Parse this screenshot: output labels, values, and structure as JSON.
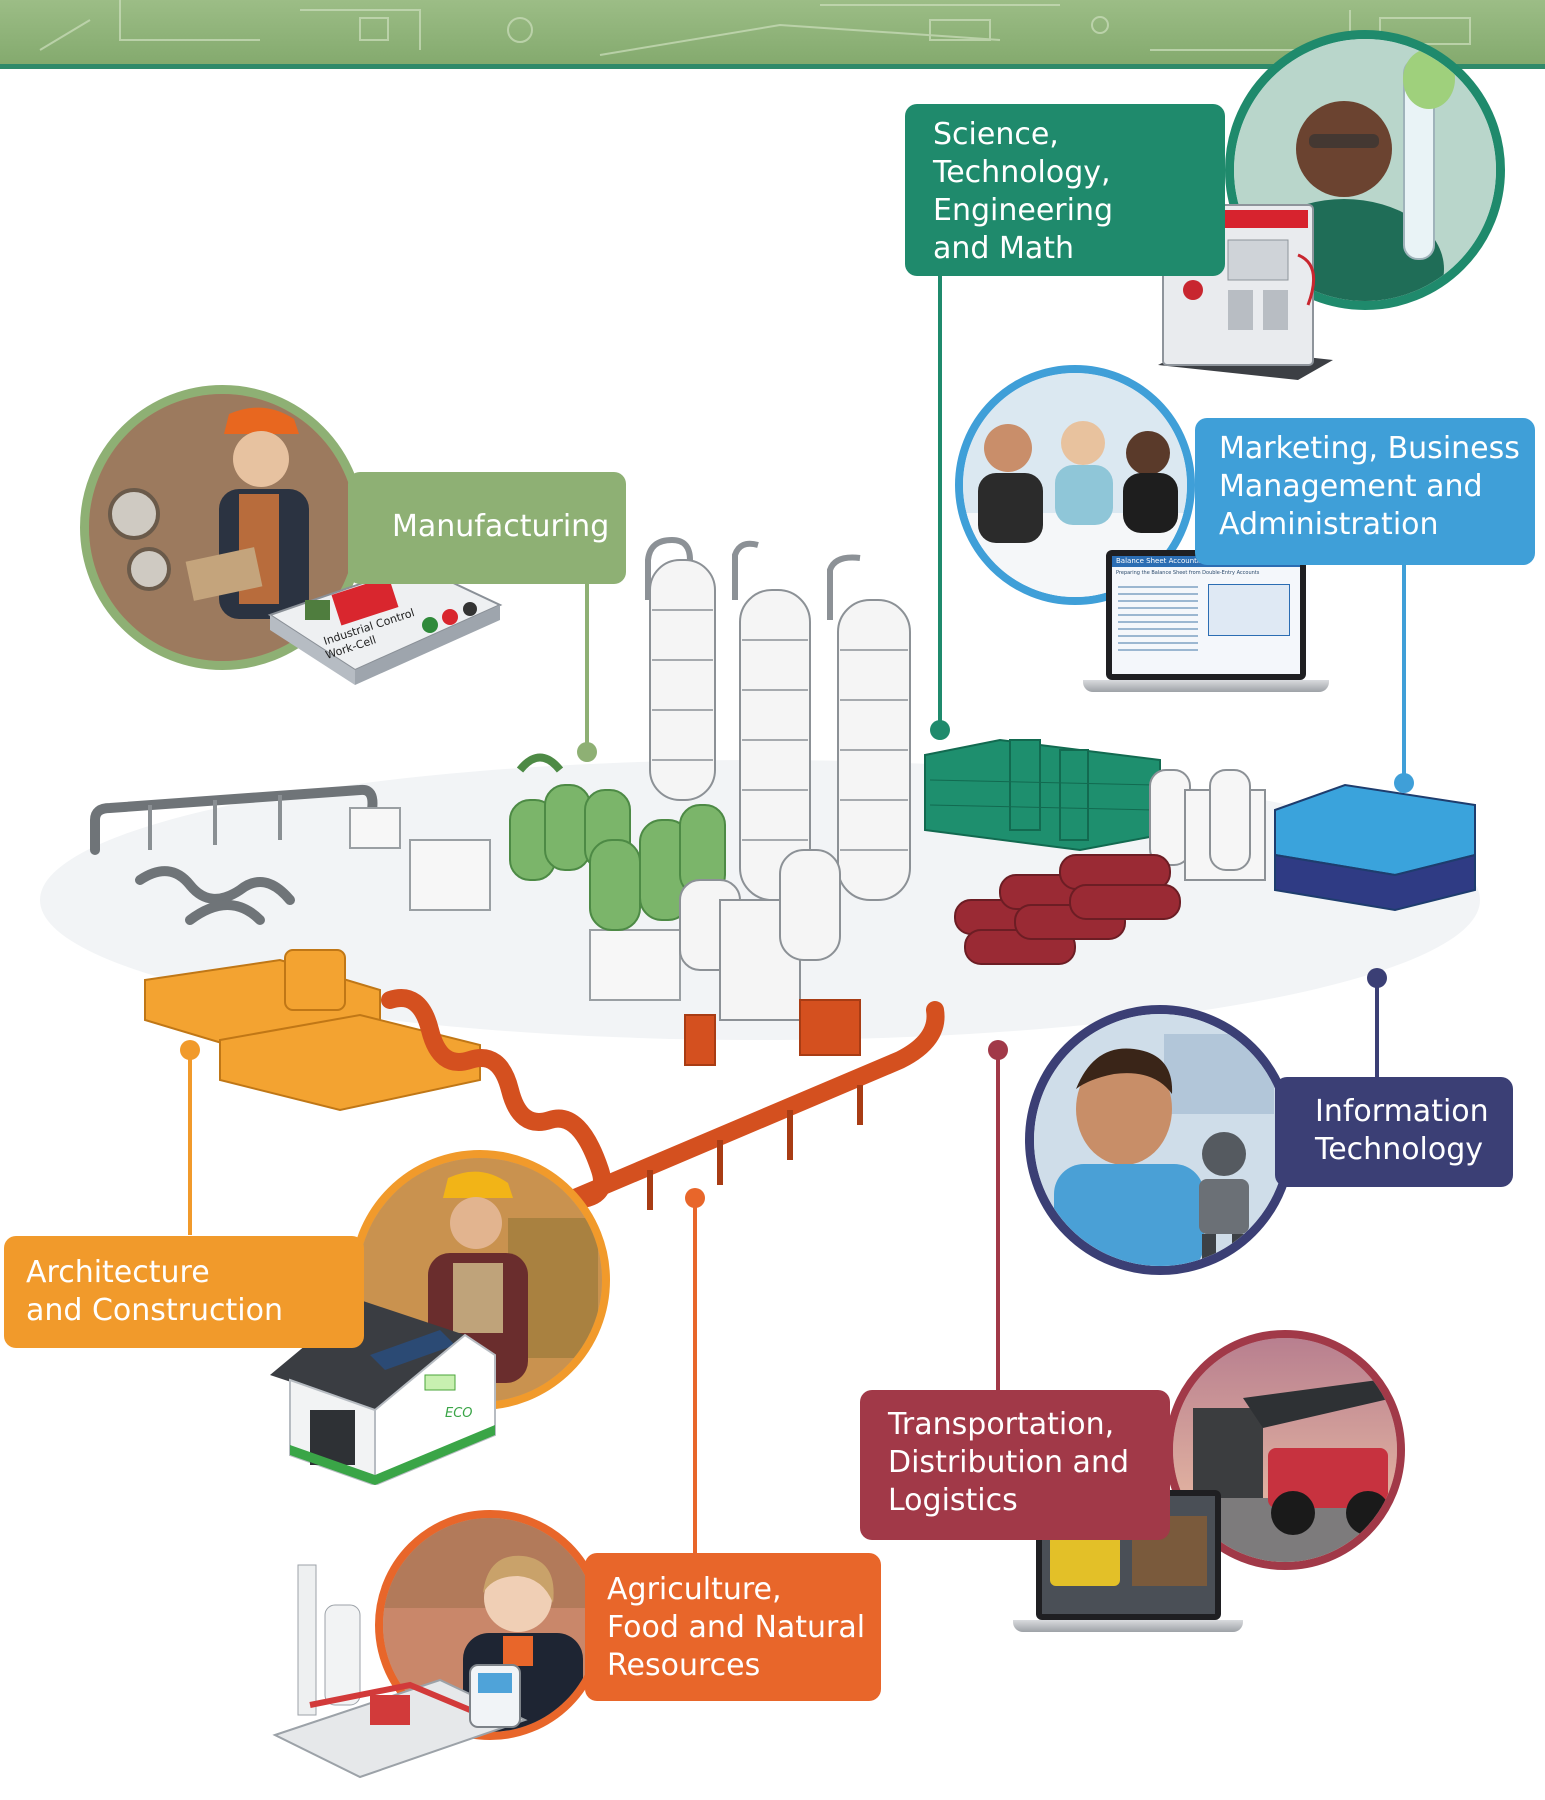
{
  "clusters": {
    "stem": {
      "lines": [
        "Science,",
        "Technology,",
        "Engineering",
        "and Math"
      ],
      "color": "#1f8a6c"
    },
    "marketing": {
      "lines": [
        "Marketing, Business",
        "Management and",
        "Administration"
      ],
      "color": "#3f9fd8"
    },
    "manufacturing": {
      "lines": [
        "Manufacturing"
      ],
      "color": "#8eb074"
    },
    "it": {
      "lines": [
        "Information",
        "Technology"
      ],
      "color": "#3b3f75"
    },
    "architecture": {
      "lines": [
        "Architecture",
        "and Construction"
      ],
      "color": "#f19a2b"
    },
    "transportation": {
      "lines": [
        "Transportation,",
        "Distribution and",
        "Logistics"
      ],
      "color": "#a13948"
    },
    "agriculture": {
      "lines": [
        "Agriculture,",
        "Food and Natural",
        "Resources"
      ],
      "color": "#e8662a"
    }
  },
  "product_text": {
    "workcell_line1": "Industrial Control",
    "workcell_line2": "Work-Cell",
    "house_text": "ECO",
    "laptop_title": "Balance Sheet Accounting",
    "laptop_subtitle": "Preparing the Balance Sheet from Double-Entry Accounts",
    "video_title": "Slowing Dangerous Goods"
  },
  "icons": {
    "banner": "schematic-diagram-pattern",
    "plant": "industrial-plant-illustration"
  }
}
